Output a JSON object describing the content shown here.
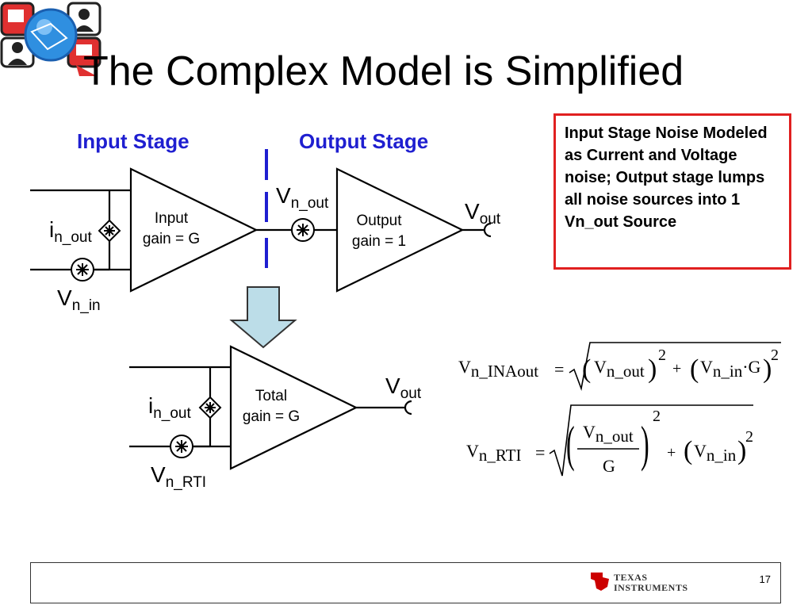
{
  "slide": {
    "title": "The Complex Model is Simplified",
    "page_number": "17"
  },
  "labels": {
    "input_stage": "Input Stage",
    "output_stage": "Output Stage"
  },
  "note": "Input Stage Noise Modeled as Current and Voltage noise; Output stage lumps all noise sources into 1 Vn_out Source",
  "top_circuit": {
    "input_block_line1": "Input",
    "input_block_line2": "gain = G",
    "output_block_line1": "Output",
    "output_block_line2": "gain = 1",
    "i_main": "i",
    "i_sub": "n_out",
    "vin_main": "V",
    "vin_sub": "n_in",
    "vnout_main": "V",
    "vnout_sub": "n_out",
    "vout_main": "V",
    "vout_sub": "out"
  },
  "bottom_circuit": {
    "block_line1": "Total",
    "block_line2": "gain = G",
    "i_main": "i",
    "i_sub": "n_out",
    "vrti_main": "V",
    "vrti_sub": "n_RTI",
    "vout_main": "V",
    "vout_sub": "out"
  },
  "equations": {
    "eq1_lhs_main": "V",
    "eq1_lhs_sub": "n_INAout",
    "eq1_eq": "=",
    "eq1_t1_main": "V",
    "eq1_t1_sub": "n_out",
    "eq1_exp1": "2",
    "eq1_plus": "+",
    "eq1_t2_main": "V",
    "eq1_t2_sub": "n_in",
    "eq1_t2_tail": "·G",
    "eq1_exp2": "2",
    "eq2_lhs_main": "V",
    "eq2_lhs_sub": "n_RTI",
    "eq2_eq": "=",
    "eq2_num_main": "V",
    "eq2_num_sub": "n_out",
    "eq2_den": "G",
    "eq2_exp1": "2",
    "eq2_plus": "+",
    "eq2_t2_main": "V",
    "eq2_t2_sub": "n_in",
    "eq2_exp2": "2"
  },
  "logo": {
    "line1": "TEXAS",
    "line2": "INSTRUMENTS",
    "brand_color": "#cc0000"
  }
}
